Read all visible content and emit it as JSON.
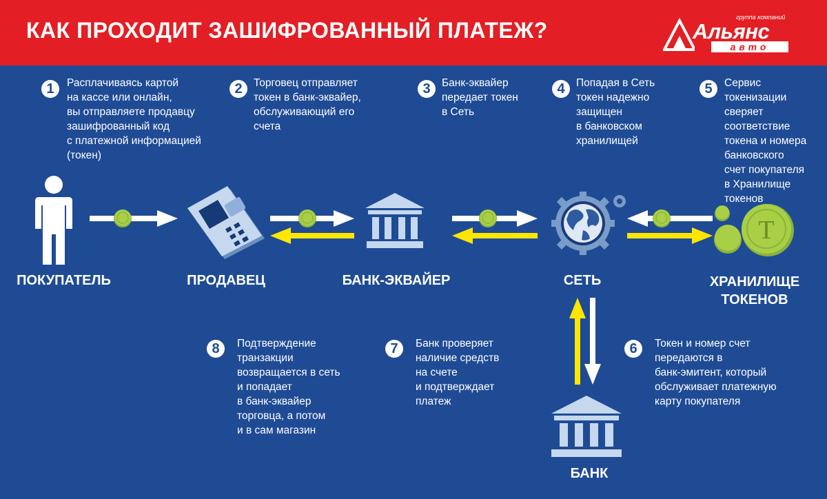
{
  "header": {
    "title": "КАК ПРОХОДИТ ЗАШИФРОВАННЫЙ ПЛАТЕЖ?",
    "logo_small": "группа компаний",
    "logo_main": "Альянс",
    "logo_sub": "авто"
  },
  "steps": [
    {
      "num": "1",
      "text": "Расплачиваясь картой\nна кассе или онлайн,\nвы отправляете продавцу\nзашифрованный код\nс платежной информацией\n(токен)"
    },
    {
      "num": "2",
      "text": "Торговец отправляет\nтокен в банк-эквайер,\nобслуживающий его\nсчета"
    },
    {
      "num": "3",
      "text": "Банк-эквайер\nпередает токен\nв Сеть"
    },
    {
      "num": "4",
      "text": "Попадая в Сеть\nтокен надежно\nзащищен\nв банковском\nхранилищей"
    },
    {
      "num": "5",
      "text": "Сервис\nтокенизации\nсверяет\nсоответствие\nтокена и номера\nбанковского\nсчет покупателя\nв Хранилище\nтокенов"
    },
    {
      "num": "6",
      "text": "Токен и номер счет\nпередаются в\nбанк-эмитент, который\nобслуживает платежную\nкарту покупателя"
    },
    {
      "num": "7",
      "text": "Банк проверяет\nналичие средств\nна счете\nи подтверждает\nплатеж"
    },
    {
      "num": "8",
      "text": "Подтверждение\nтранзакции\nвозвращается в сеть\nи попадает\nв банк-эквайер\nторговца, а потом\nи в сам магазин"
    }
  ],
  "actors": {
    "buyer": "ПОКУПАТЕЛЬ",
    "seller": "ПРОДАВЕЦ",
    "acquirer": "БАНК-ЭКВАЙЕР",
    "network": "СЕТЬ",
    "vault_line1": "ХРАНИЛИЩЕ",
    "vault_line2": "ТОКЕНОВ",
    "bank": "БАНК"
  },
  "token_symbol": "Т",
  "colors": {
    "background": "#1f4b95",
    "header": "#e31e24",
    "arrow_forward": "#ffffff",
    "arrow_back": "#ffe600",
    "token": "#a8cf45",
    "icon_light": "#c5d8ee"
  }
}
